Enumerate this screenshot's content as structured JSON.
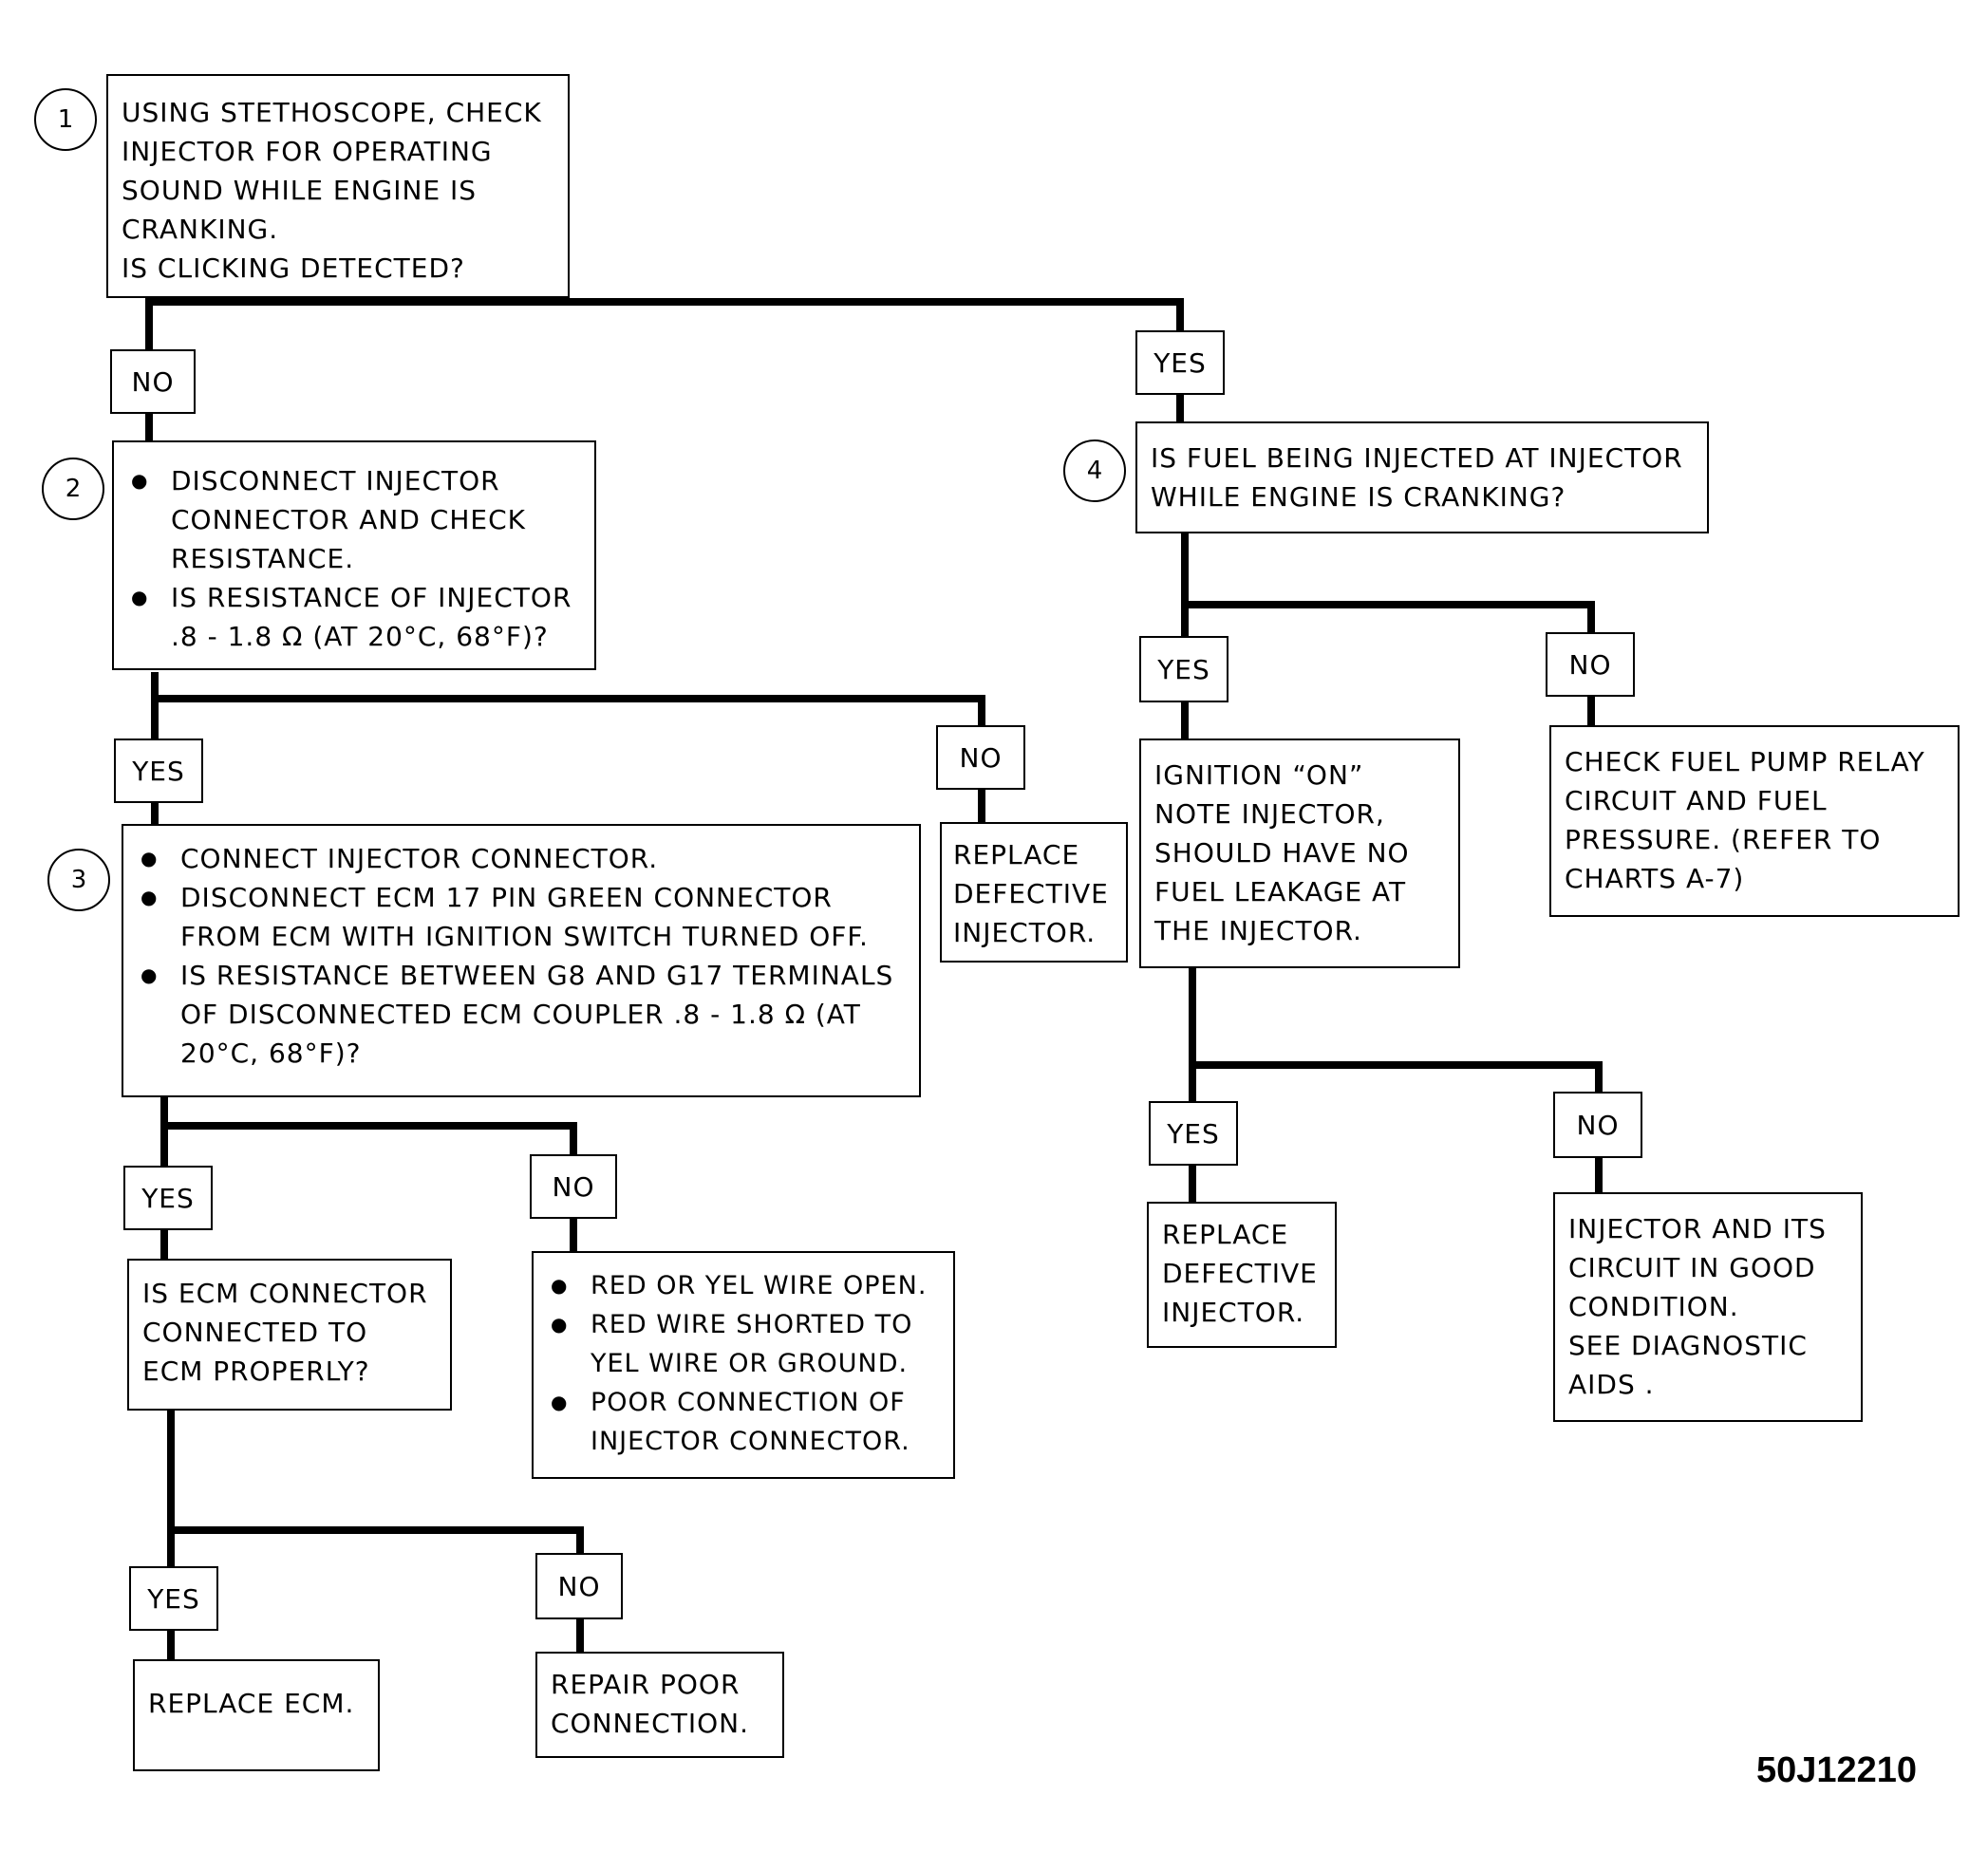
{
  "steps": {
    "s1": {
      "number": "1",
      "lines": [
        "USING STETHOSCOPE, CHECK",
        "INJECTOR FOR OPERATING",
        "SOUND WHILE ENGINE IS",
        "CRANKING.",
        "IS CLICKING DETECTED?"
      ]
    },
    "s2": {
      "number": "2",
      "lines": [
        "DISCONNECT INJECTOR",
        "CONNECTOR AND CHECK",
        "RESISTANCE.",
        "IS RESISTANCE OF INJECTOR",
        ".8 - 1.8 Ω (AT 20°C, 68°F)?"
      ]
    },
    "s3": {
      "number": "3",
      "lines": [
        "CONNECT INJECTOR CONNECTOR.",
        "DISCONNECT ECM 17 PIN GREEN CONNECTOR",
        "FROM ECM WITH IGNITION SWITCH TURNED OFF.",
        "IS RESISTANCE BETWEEN G8 AND G17 TERMINALS",
        "OF DISCONNECTED ECM COUPLER .8 - 1.8 Ω (AT",
        "20°C, 68°F)?"
      ]
    },
    "s4": {
      "number": "4",
      "lines": [
        "IS FUEL BEING INJECTED AT INJECTOR",
        "WHILE ENGINE IS CRANKING?"
      ]
    }
  },
  "outcomes": {
    "replace_injector_a": [
      "REPLACE",
      "DEFECTIVE",
      "INJECTOR."
    ],
    "ecm_connector_question": [
      "IS ECM CONNECTOR",
      "CONNECTED TO",
      "ECM PROPERLY?"
    ],
    "wire_faults": [
      "RED OR YEL WIRE OPEN.",
      "RED WIRE SHORTED TO",
      "YEL WIRE OR GROUND.",
      "POOR CONNECTION OF",
      "INJECTOR CONNECTOR."
    ],
    "replace_ecm": [
      "REPLACE ECM."
    ],
    "repair_connection": [
      "REPAIR POOR",
      "CONNECTION."
    ],
    "ignition_on_note": [
      "IGNITION “ON”",
      "NOTE INJECTOR,",
      "SHOULD HAVE NO",
      "FUEL LEAKAGE AT",
      "THE INJECTOR."
    ],
    "check_pump_relay": [
      "CHECK FUEL PUMP RELAY",
      "CIRCUIT AND FUEL",
      "PRESSURE.  (REFER TO",
      "CHARTS A-7)"
    ],
    "replace_injector_b": [
      "REPLACE",
      "DEFECTIVE",
      "INJECTOR."
    ],
    "injector_good": [
      "INJECTOR AND ITS",
      "CIRCUIT IN GOOD",
      "CONDITION.",
      "SEE DIAGNOSTIC",
      "AIDS ."
    ]
  },
  "answers": {
    "yes": "YES",
    "no": "NO"
  },
  "figure_id": "50J12210"
}
